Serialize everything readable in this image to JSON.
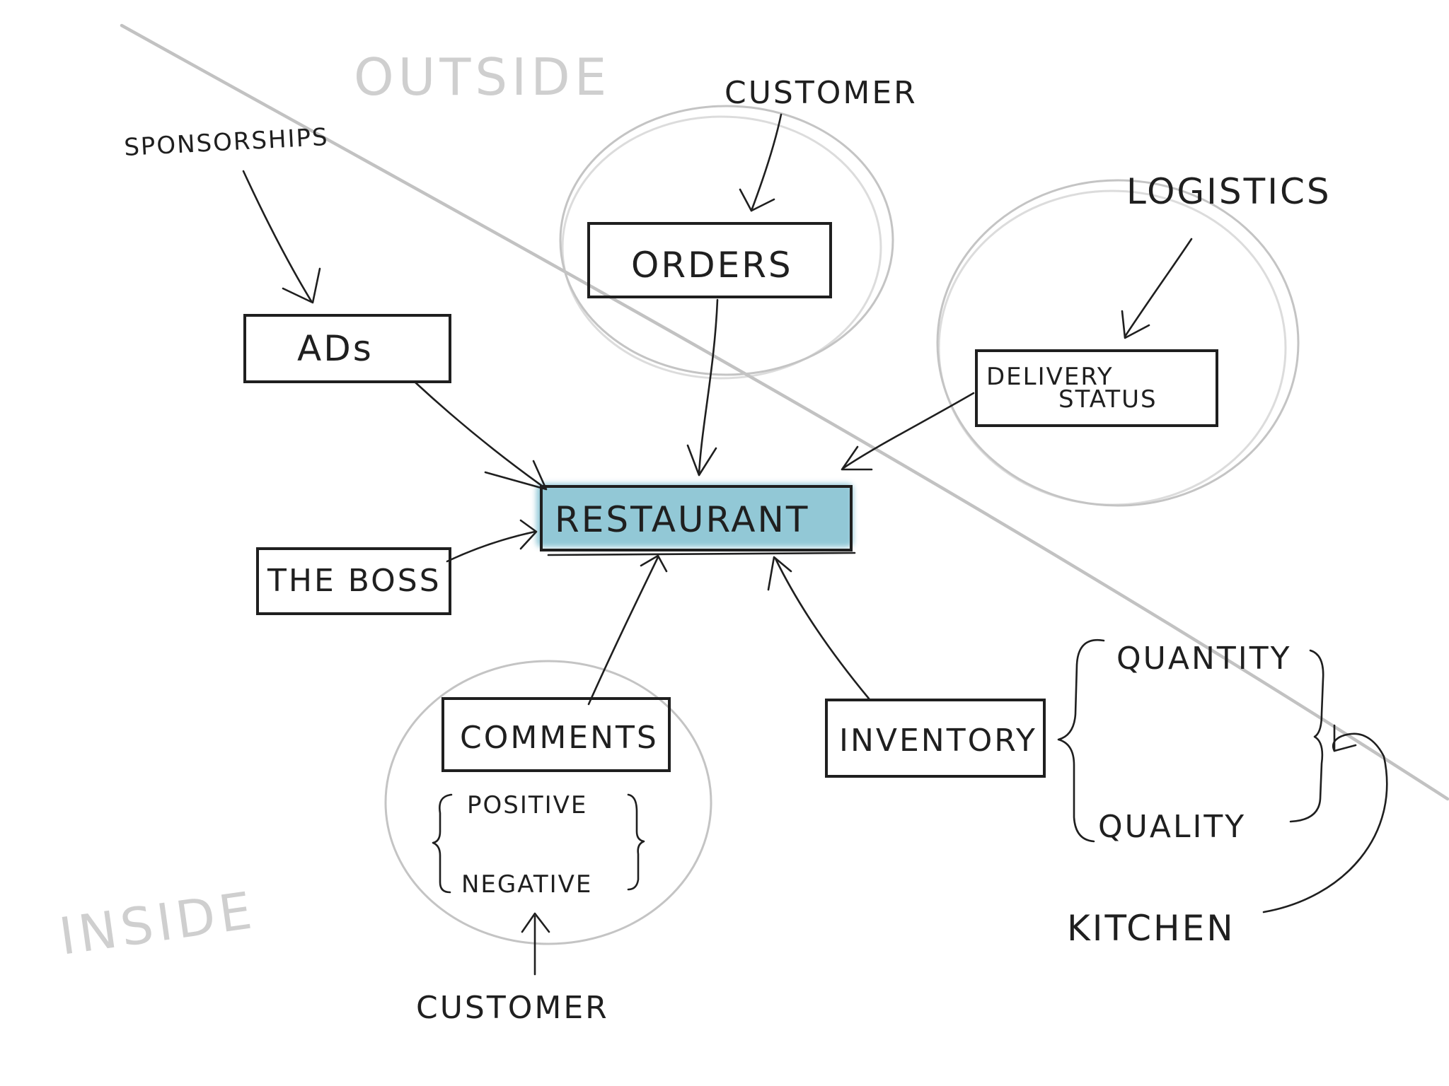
{
  "zones": {
    "outside": "OUTSIDE",
    "inside": "INSIDE"
  },
  "nodes": {
    "restaurant": "RESTAURANT",
    "orders": "ORDERS",
    "ads": "ADs",
    "delivery_status_line1": "DELIVERY",
    "delivery_status_line2": "STATUS",
    "the_boss": "THE BOSS",
    "comments": "COMMENTS",
    "inventory": "INVENTORY"
  },
  "labels": {
    "customer_top": "CUSTOMER",
    "sponsorships": "SPONSORSHIPS",
    "logistics": "LOGISTICS",
    "positive": "POSITIVE",
    "negative": "NEGATIVE",
    "customer_bottom": "CUSTOMER",
    "quantity": "QUANTITY",
    "quality": "QUALITY",
    "kitchen": "KITCHEN"
  },
  "colors": {
    "ink": "#1f1f1f",
    "pencil": "#c4c4c4",
    "highlight": "#7fbfd0"
  }
}
